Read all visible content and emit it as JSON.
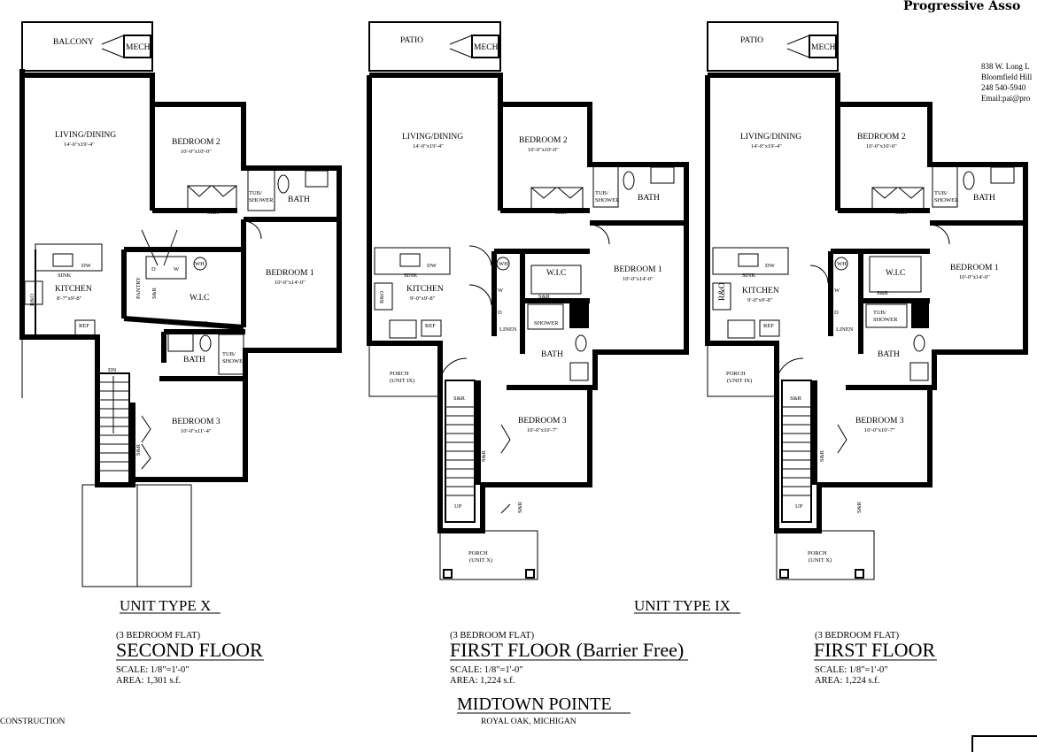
{
  "header": {
    "company": "Progressive Asso",
    "address_lines": [
      "838 W. Long L",
      "Bloomfield Hill",
      "248 540-5940",
      "Email:pai@pro"
    ]
  },
  "rooms": {
    "balcony": "BALCONY",
    "patio": "PATIO",
    "mech": "MECH.",
    "living_dining": "LIVING/DINING",
    "living_dining_dim": "14'-0\"x19'-4\"",
    "bedroom2": "BEDROOM 2",
    "bedroom2_dim": "10'-0\"x10'-0\"",
    "bedroom1": "BEDROOM 1",
    "bedroom1_dim": "10'-0\"x14'-0\"",
    "bedroom3": "BEDROOM 3",
    "bedroom3_dim_a": "10'-0\"x11'-4\"",
    "bedroom3_dim_b": "10'-0\"x10'-7\"",
    "kitchen": "KITCHEN",
    "kitchen_dim_a": "8'-7\"x9'-8\"",
    "kitchen_dim_b": "9'-0\"x9'-8\"",
    "bath": "BATH",
    "tub_shower_1": "TUB/",
    "tub_shower_2": "SHOWER",
    "shower": "SHOWER",
    "wic": "W.I.C",
    "sr": "S&R",
    "sink": "SINK",
    "dw": "DW",
    "ref": "REF",
    "ro": "R&O",
    "linen": "LINEN",
    "pantry": "PANTRY",
    "wh": "WH",
    "w": "W",
    "d": "D",
    "porch": "PORCH",
    "unit_ix": "(UNIT IX)",
    "unit_x": "(UNIT X)",
    "dn": "DN",
    "up": "UP"
  },
  "plans": [
    {
      "unit_type": "UNIT TYPE X",
      "subtitle": "(3 BEDROOM FLAT)",
      "floor": "SECOND FLOOR",
      "scale": "SCALE: 1/8\"=1'-0\"",
      "area": "AREA: 1,301 s.f."
    },
    {
      "unit_type": "UNIT TYPE IX",
      "subtitle": "(3 BEDROOM FLAT)",
      "floor": "FIRST FLOOR (Barrier Free)",
      "scale": "SCALE: 1/8\"=1'-0\"",
      "area": "AREA: 1,224 s.f."
    },
    {
      "subtitle": "(3 BEDROOM FLAT)",
      "floor": "FIRST FLOOR",
      "scale": "SCALE: 1/8\"=1'-0\"",
      "area": "AREA: 1,224 s.f."
    }
  ],
  "project": {
    "name": "MIDTOWN POINTE",
    "location": "ROYAL OAK, MICHIGAN"
  },
  "footer": {
    "construction": "CONSTRUCTION"
  }
}
